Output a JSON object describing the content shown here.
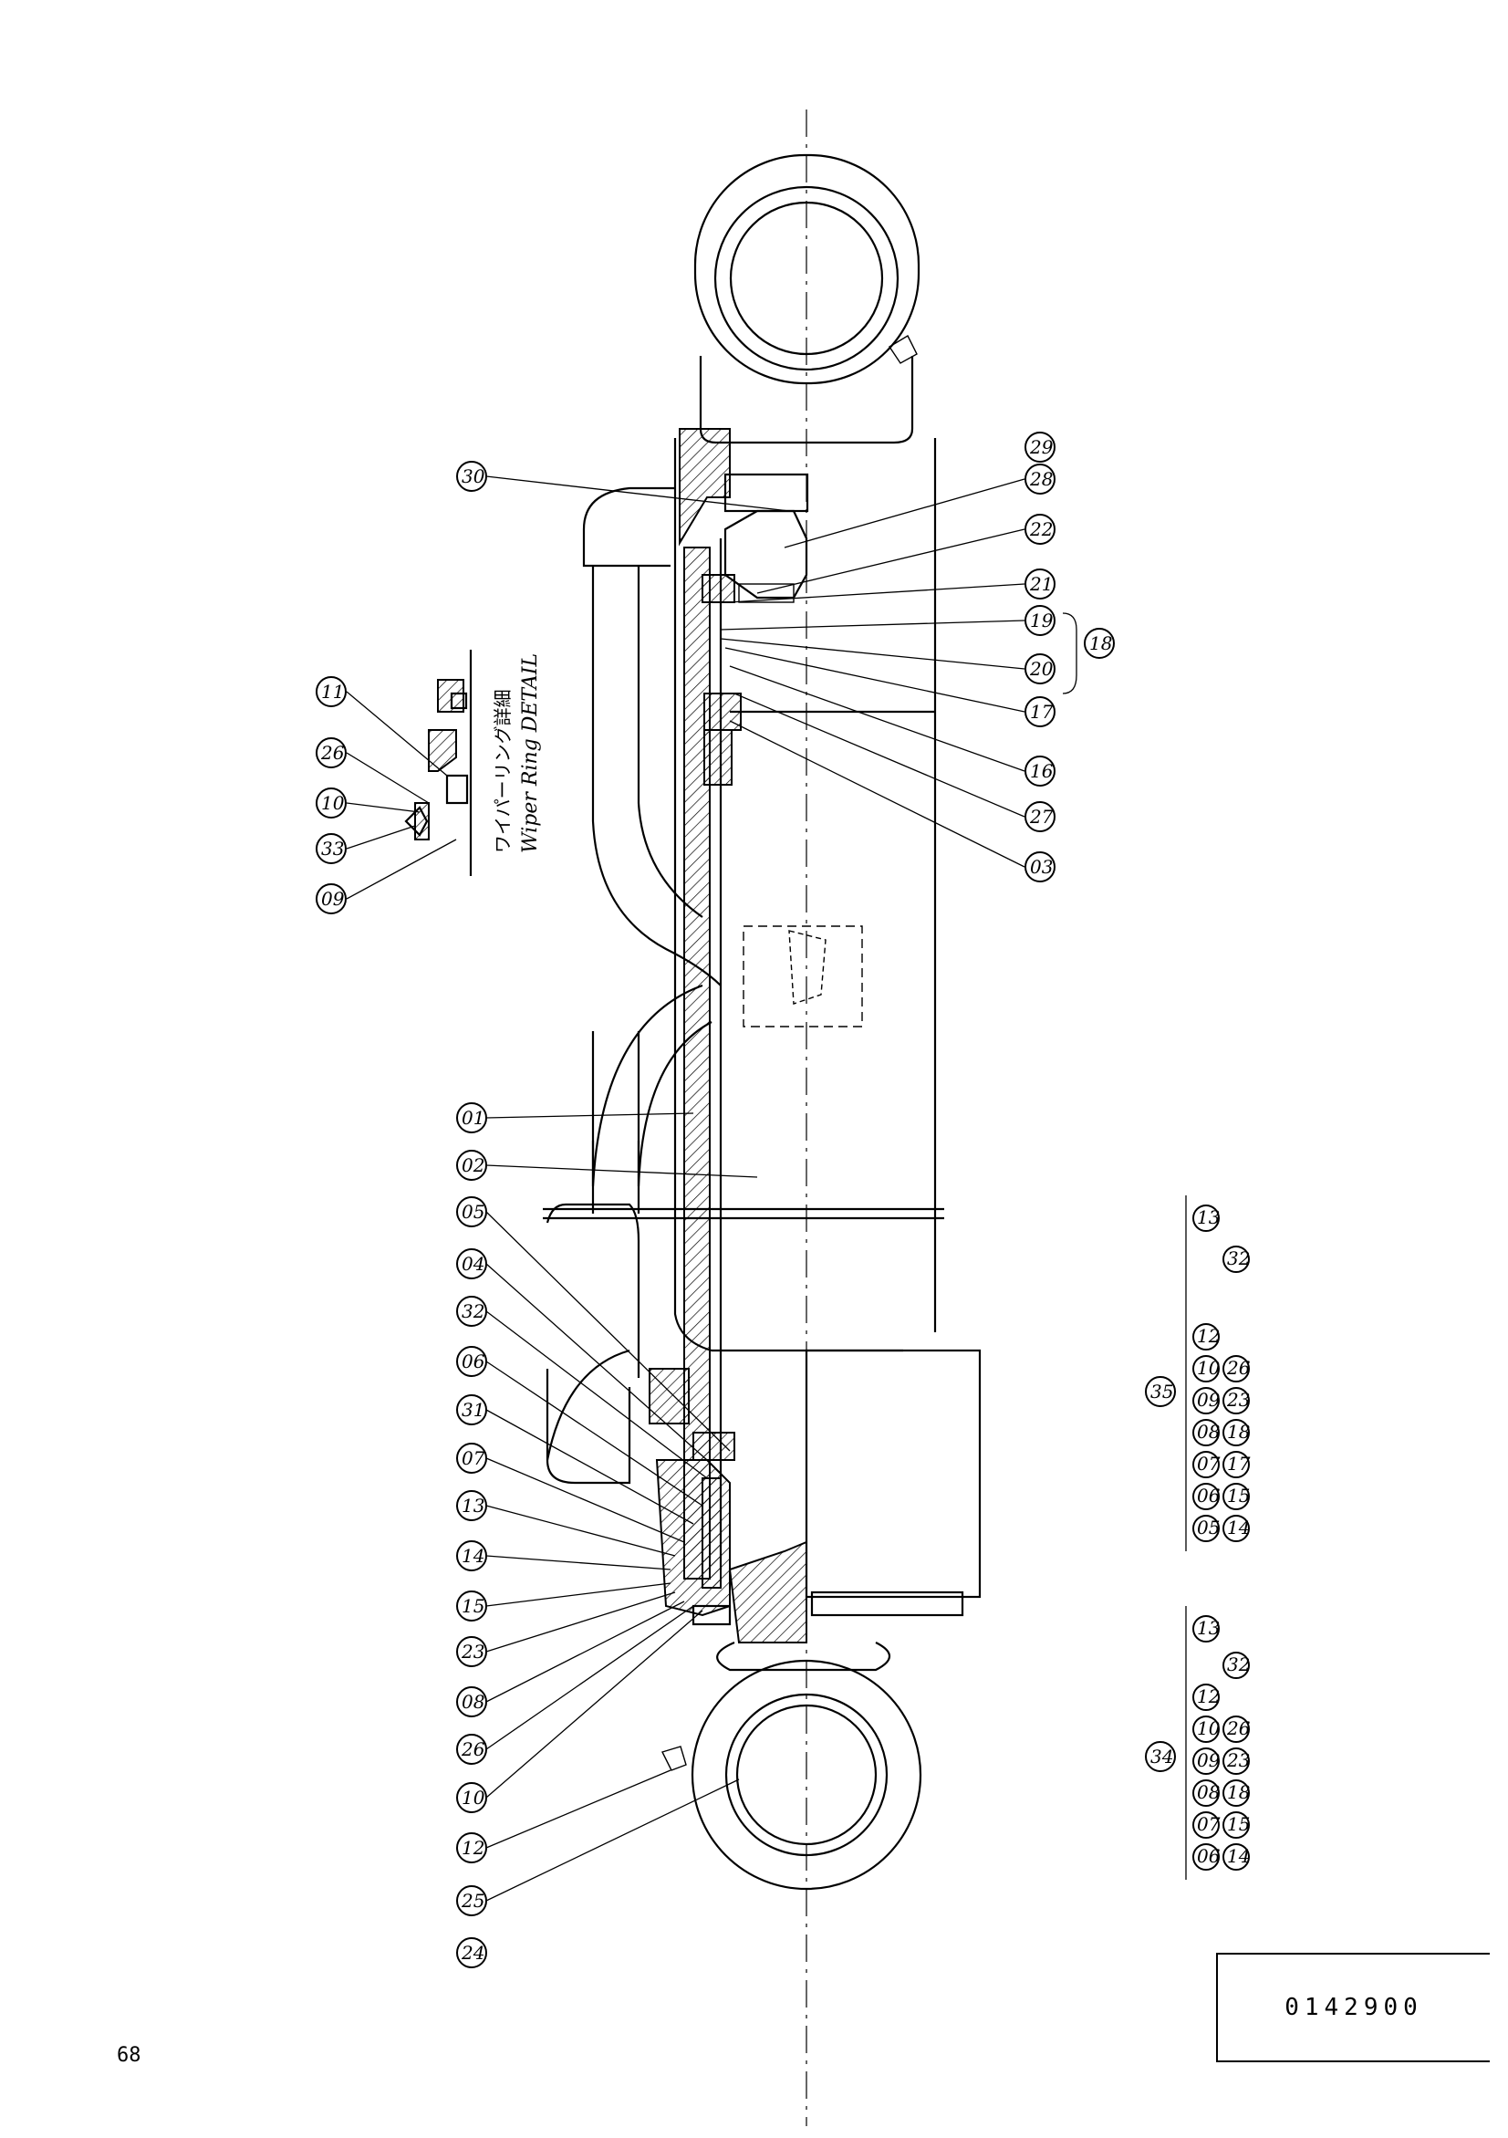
{
  "detail_label": {
    "jp": "ワイパーリング詳細",
    "en": "Wiper Ring DETAIL"
  },
  "drawing_number": "0142900",
  "page_number": "68",
  "callouts": {
    "c30": "30",
    "c28_29a": "28",
    "c28_29b": "29",
    "c22": "22",
    "c21": "21",
    "c19": "19",
    "c20": "20",
    "c18": "18",
    "c17": "17",
    "c16": "16",
    "c27": "27",
    "c03": "03",
    "c01": "01",
    "c02": "02",
    "c05": "05",
    "c04": "04",
    "c32": "32",
    "c06": "06",
    "c31": "31",
    "c07": "07",
    "c13": "13",
    "c14": "14",
    "c15": "15",
    "c23": "23",
    "c08": "08",
    "c26": "26",
    "c10": "10",
    "c12": "12",
    "c25": "25",
    "c24": "24",
    "d11": "11",
    "d26": "26",
    "d10": "10",
    "d33": "33",
    "d09": "09"
  },
  "kit_35": {
    "label": "35",
    "row1": [
      "05",
      "06",
      "07",
      "08",
      "09",
      "10",
      "12",
      "13"
    ],
    "row2": [
      "14",
      "15",
      "17",
      "18",
      "23",
      "26",
      "32"
    ]
  },
  "kit_34": {
    "label": "34",
    "row1": [
      "06",
      "07",
      "08",
      "09",
      "10",
      "12",
      "13"
    ],
    "row2": [
      "14",
      "15",
      "18",
      "23",
      "26",
      "32"
    ]
  }
}
